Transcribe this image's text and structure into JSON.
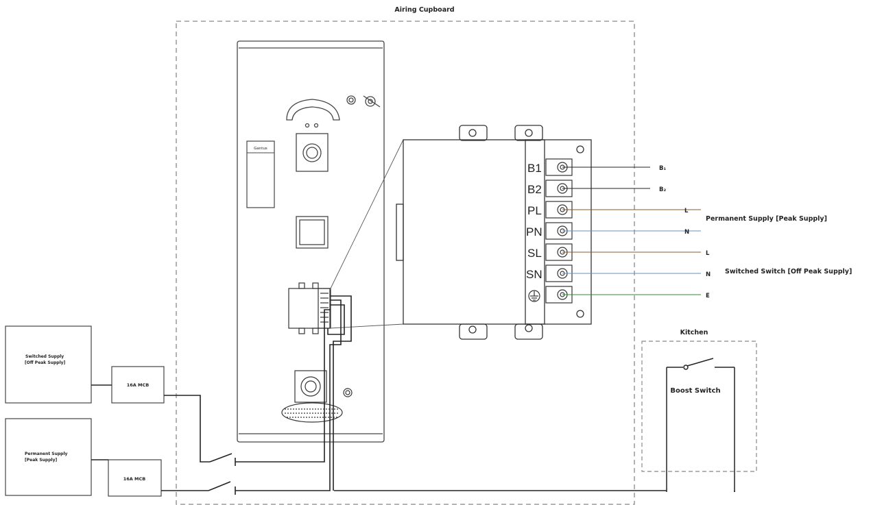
{
  "airing_cupboard": {
    "title": "Airing Cupboard"
  },
  "cylinder": {
    "brand_label": "Gantus"
  },
  "terminals": [
    "B1",
    "B2",
    "PL",
    "PN",
    "SL",
    "SN"
  ],
  "wire_labels": {
    "b1": "B₁",
    "b2": "B₂",
    "pl": "L",
    "pn": "N",
    "sl": "L",
    "sn": "N",
    "e": "E"
  },
  "wire_colors": {
    "live": "#8a5a2b",
    "neutral": "#6a8fc0",
    "earth": "#2f8f2f",
    "boost": "#222222"
  },
  "supply_labels": {
    "permanent": "Permanent Supply [Peak Supply]",
    "switched": "Switched Switch [Off Peak Supply]"
  },
  "kitchen": {
    "title": "Kitchen",
    "boost_switch_label": "Boost Switch"
  },
  "supplies": {
    "switched_box": {
      "line1": "Switched Supply",
      "line2": "[Off Peak Supply]"
    },
    "permanent_box": {
      "line1": "Permanent Supply",
      "line2": "[Peak Supply]"
    },
    "mcb_top": "16A MCB",
    "mcb_bottom": "16A MCB"
  }
}
